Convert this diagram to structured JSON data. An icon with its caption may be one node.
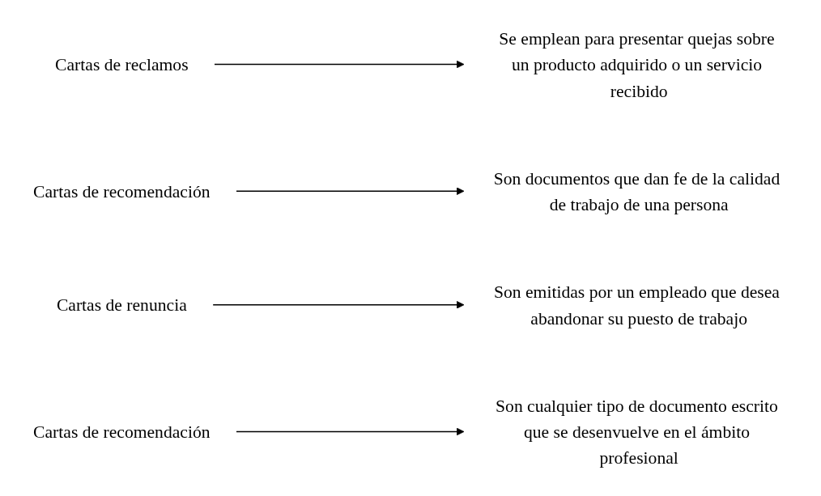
{
  "diagram": {
    "nodes": [
      {
        "text": [
          "Cartas de reclamos"
        ]
      },
      {
        "text": [
          "Cartas de recomendación"
        ]
      },
      {
        "text": [
          "Cartas de renuncia"
        ]
      },
      {
        "text": [
          "Cartas de recomendación"
        ]
      },
      {
        "text": [
          "Son emitidas por un empleado que desea abandonar su puesto de trabajo"
        ]
      },
      {
        "text": [
          "Son cualquier tipo de documento escrito que se desenvuelve en el ámbito profesional"
        ]
      },
      {
        "text": [
          "Son documentos que dan fe de la calidad de trabajo de una persona"
        ]
      },
      {
        "text": [
          "Se emplean para presentar quejas sobre un producto adquirido o un servicio recibido"
        ]
      }
    ],
    "edges": [
      {
        "from": 0,
        "to": 7,
        "arrow": "to"
      },
      {
        "from": 1,
        "to": 6,
        "arrow": "to"
      },
      {
        "from": 2,
        "to": 4,
        "arrow": "to"
      },
      {
        "from": 3,
        "to": 5,
        "arrow": "to"
      }
    ]
  }
}
